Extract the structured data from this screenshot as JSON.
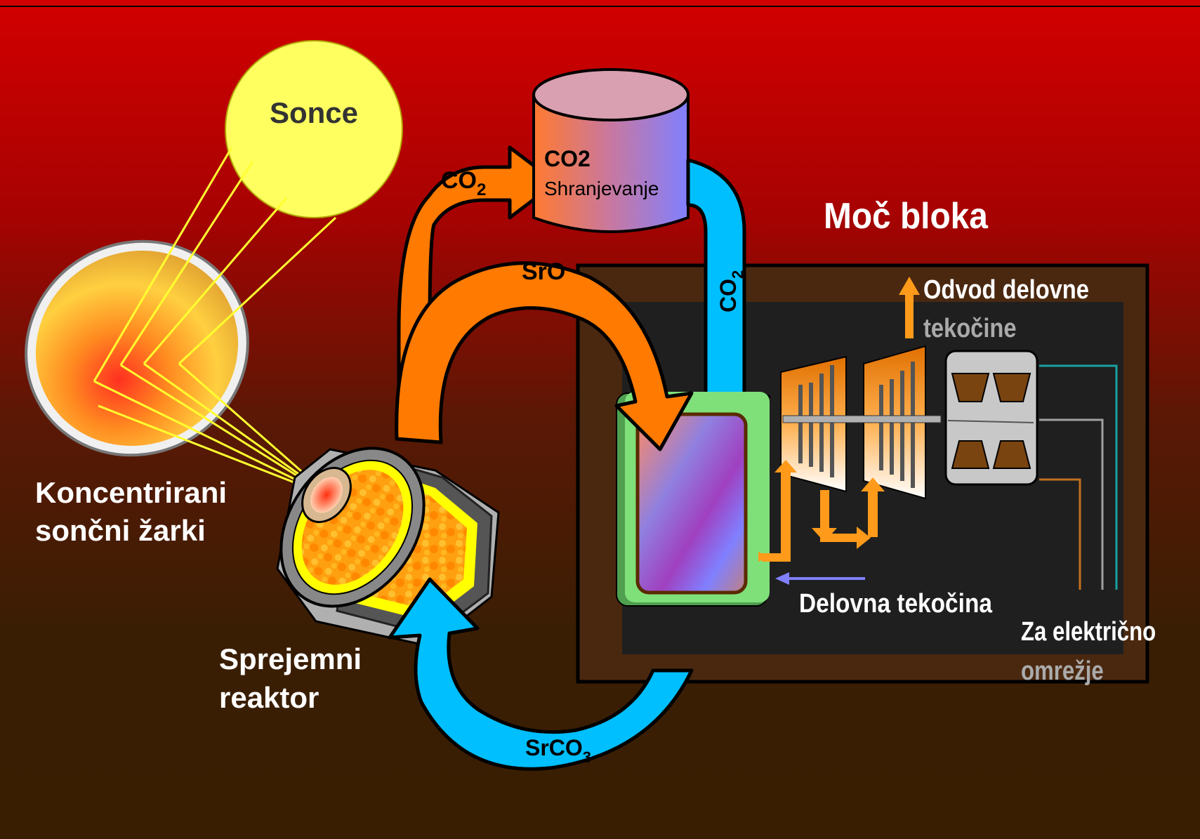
{
  "labels": {
    "sun": "Sonce",
    "concentrated_rays_line1": "Koncentrirani",
    "concentrated_rays_line2": "sončni žarki",
    "reactor_line1": "Sprejemni",
    "reactor_line2": "reaktor",
    "storage_title": "CO2",
    "storage_subtitle": "Shranjevanje",
    "power_block": "Moč bloka",
    "exhaust_line1": "Odvod delovne",
    "exhaust_line2": "tekočine",
    "working_fluid": "Delovna tekočina",
    "grid_line1": "Za električno",
    "grid_line2": "omrežje"
  },
  "flows": {
    "co2_to_storage": {
      "base": "CO",
      "sub": "2"
    },
    "co2_from_storage": {
      "base": "CO",
      "sub": "2"
    },
    "sro": {
      "base": "SrO",
      "sub": ""
    },
    "srco3": {
      "base": "SrCO",
      "sub": "3"
    }
  },
  "colors": {
    "background_top": "#c80000",
    "background_bottom": "#3a1c02",
    "sun": "#ffff66",
    "orange_flow": "#ff7a00",
    "blue_flow": "#00bfff",
    "power_block_bg": "#1f1f1f",
    "power_block_border": "#4a2a10",
    "heat_exchanger_green": "#7fe07a",
    "arrow_orange": "#ff9a1a",
    "arrow_purple": "#8080ff"
  }
}
